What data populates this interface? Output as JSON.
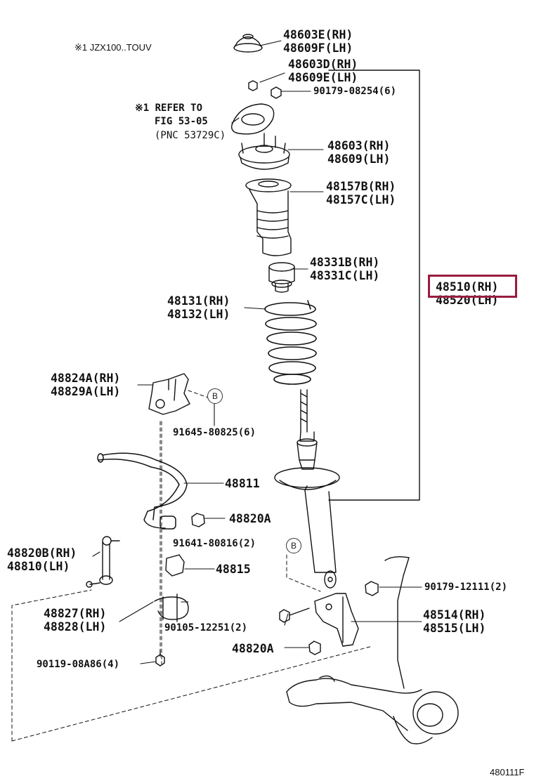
{
  "diagram_code": "480111F",
  "note_model": "※1 JZX100..TOUV",
  "note_refer": [
    "※1 REFER TO",
    "FIG 53-05",
    "(PNC 53729C)"
  ],
  "highlight_color": "#9b1b3f",
  "labels": {
    "support_top": [
      "48603E(RH)",
      "48609F(LH)"
    ],
    "support_nut": [
      "48603D(RH)",
      "48609E(LH)"
    ],
    "nut_90179_08254": "90179-08254(6)",
    "support_mount": [
      "48603(RH)",
      "48609(LH)"
    ],
    "bumper_boot": [
      "48157B(RH)",
      "48157C(LH)"
    ],
    "bound_stopper": [
      "48331B(RH)",
      "48331C(LH)"
    ],
    "coil_spring": [
      "48131(RH)",
      "48132(LH)"
    ],
    "shock_absorber": [
      "48510(RH)",
      "48520(LH)"
    ],
    "bracket_48824": [
      "48824A(RH)",
      "48829A(LH)"
    ],
    "bolt_91645": "91645-80825(6)",
    "stabilizer_bar": "48811",
    "bushing_nut_48820A_upper": "48820A",
    "link_48820B": [
      "48820B(RH)",
      "48810(LH)"
    ],
    "bolt_91641": "91641-80816(2)",
    "bushing_48815": "48815",
    "nut_90179_12111": "90179-12111(2)",
    "bracket_48827": [
      "48827(RH)",
      "48828(LH)"
    ],
    "bolt_90105": "90105-12251(2)",
    "bracket_48514": [
      "48514(RH)",
      "48515(LH)"
    ],
    "nut_48820A_lower": "48820A",
    "bolt_90119": "90119-08A86(4)"
  },
  "callout_b": "B"
}
